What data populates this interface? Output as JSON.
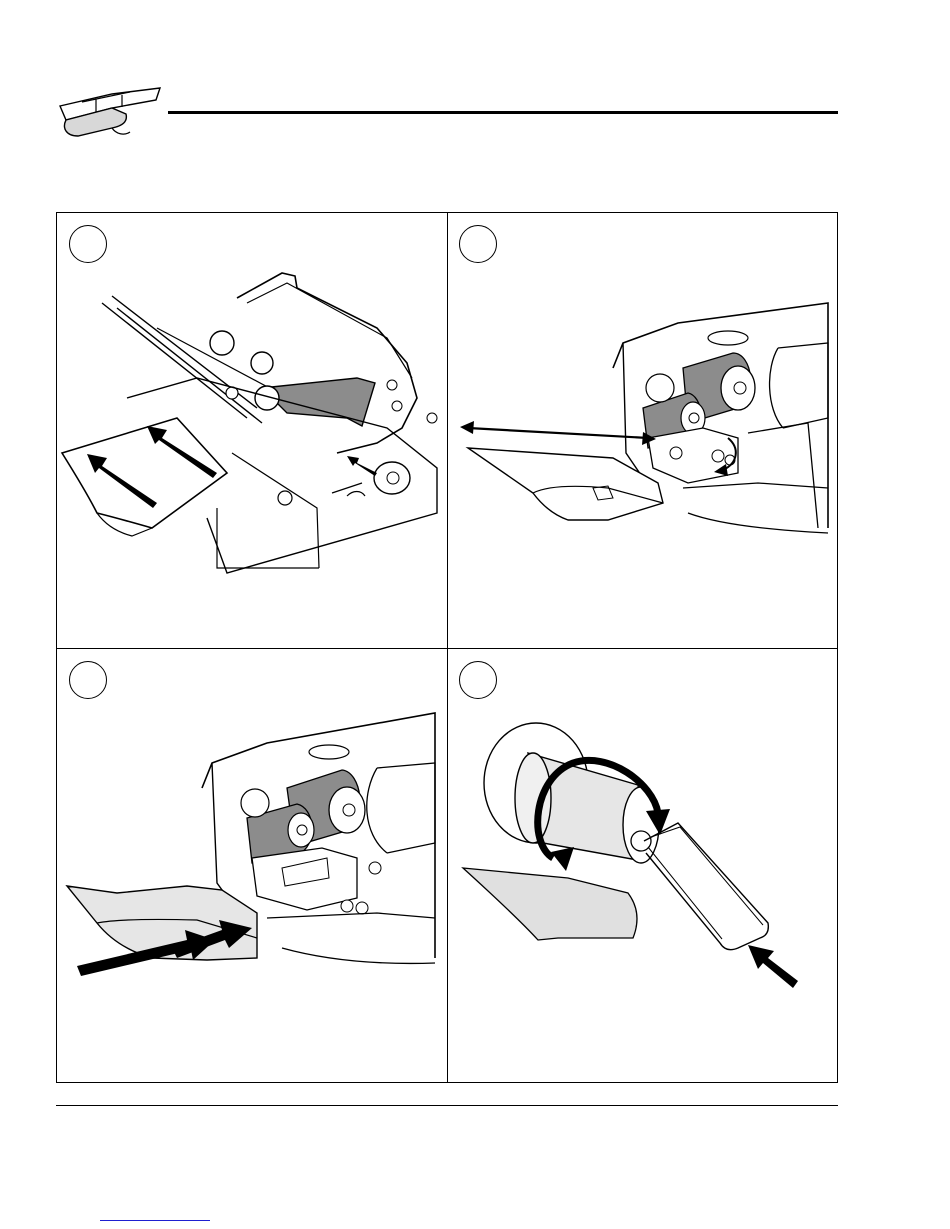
{
  "header": {
    "icon": "label-roll-icon"
  },
  "panels": [
    {
      "id": "panel-1",
      "step_label": "",
      "illustration": "printhead-media-insert-illustration"
    },
    {
      "id": "panel-2",
      "step_label": "",
      "illustration": "ribbon-path-illustration"
    },
    {
      "id": "panel-3",
      "step_label": "",
      "illustration": "close-cover-illustration"
    },
    {
      "id": "panel-4",
      "step_label": "",
      "illustration": "ribbon-roll-rotate-illustration"
    }
  ],
  "colors": {
    "line": "#000000",
    "gray_fill": "#8c8c8c",
    "light_fill": "#e6e6e6",
    "link": "#1f1fd0"
  }
}
